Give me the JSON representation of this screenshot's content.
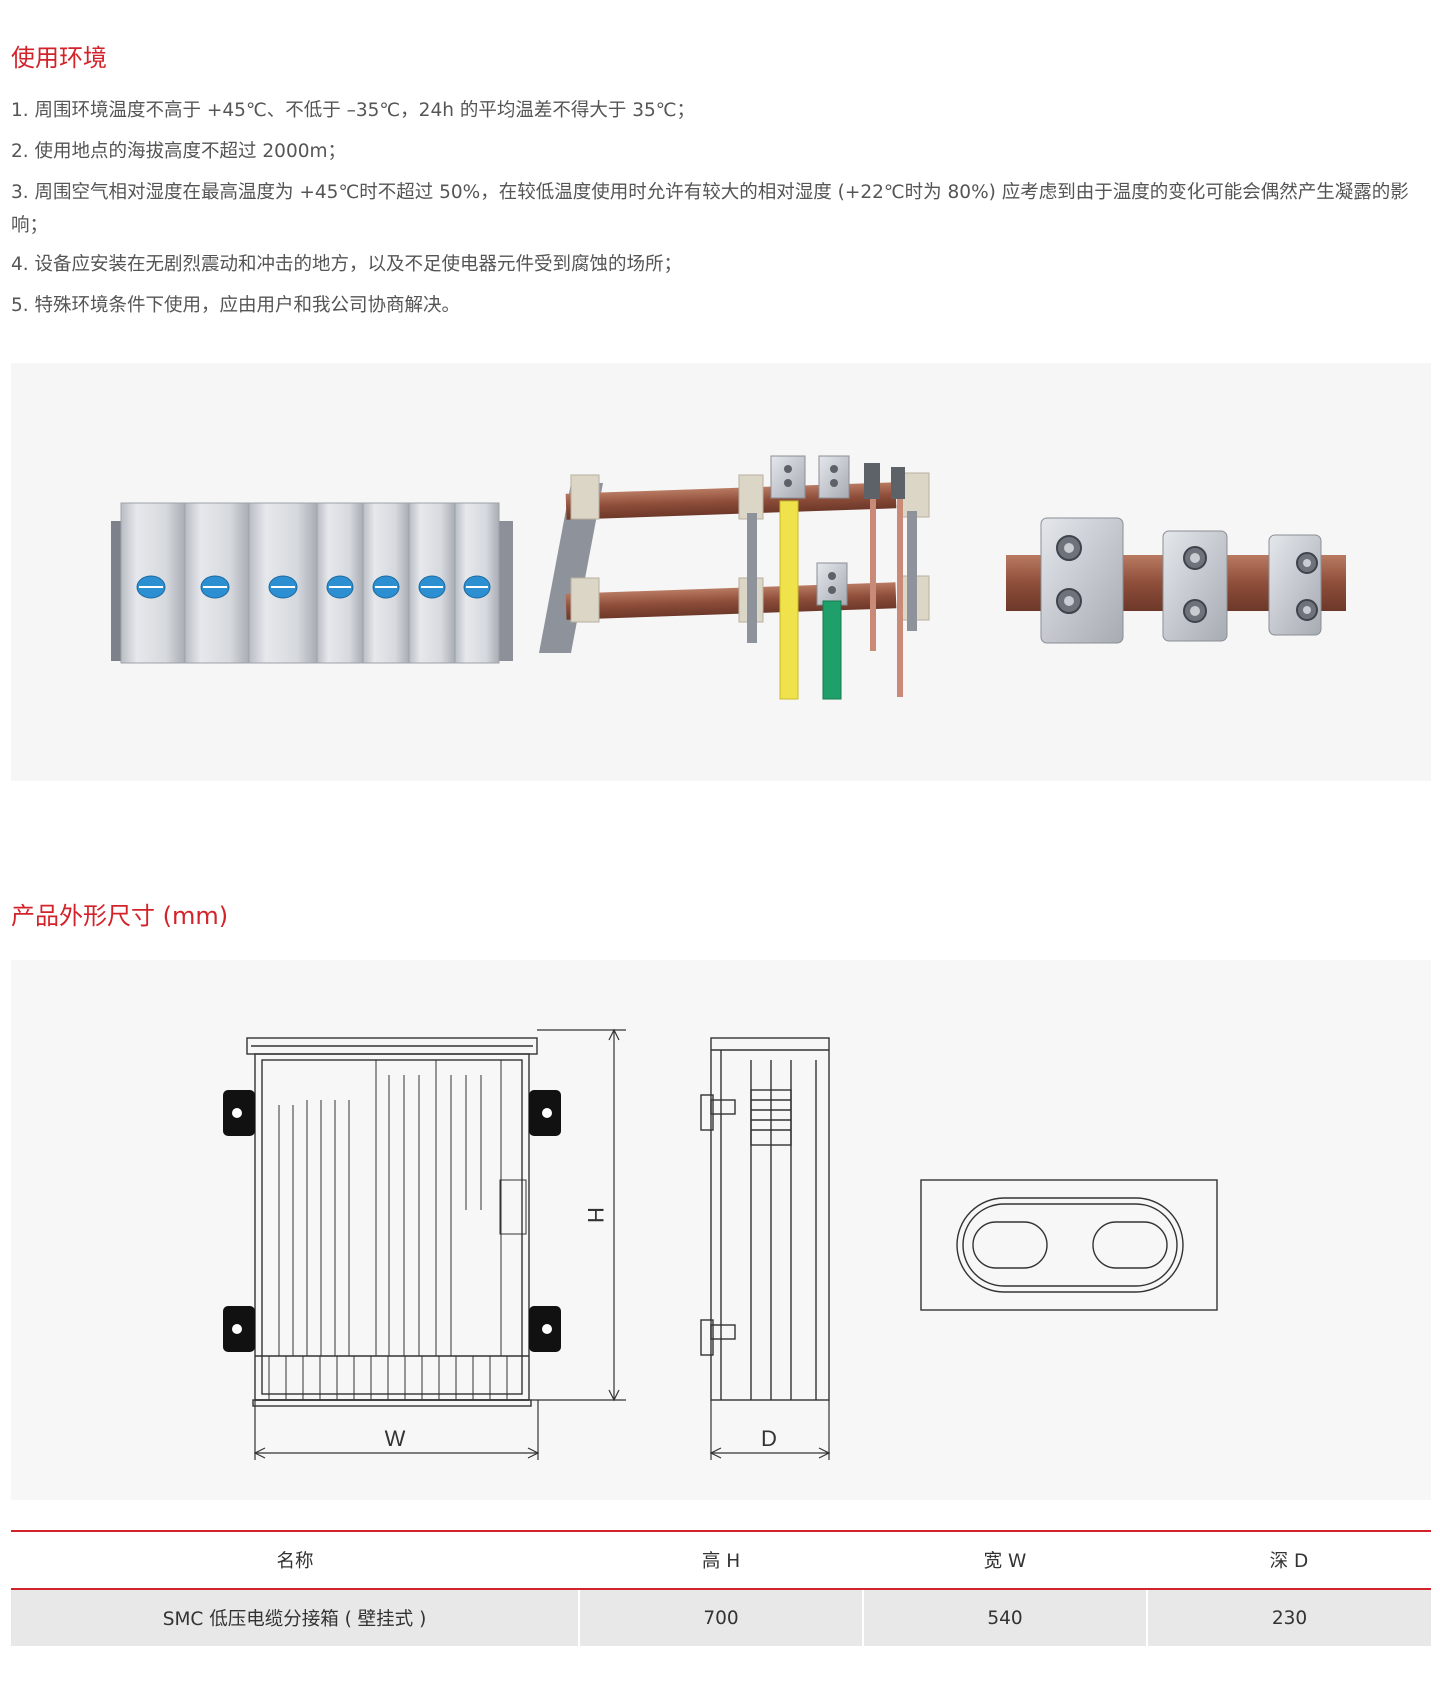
{
  "environment": {
    "title": "使用环境",
    "items": [
      "1. 周围环境温度不高于 +45℃、不低于 –35℃，24h 的平均温差不得大于 35℃；",
      "2. 使用地点的海拔高度不超过 2000m；",
      "3. 周围空气相对湿度在最高温度为 +45℃时不超过 50%，在较低温度使用时允许有较大的相对湿度 (+22℃时为 80%) 应考虑到由于温度的变化可能会偶然产生凝露的影响；",
      "4. 设备应安装在无剧烈震动和冲击的地方，以及不足使电器元件受到腐蚀的场所；",
      "5. 特殊环境条件下使用，应由用户和我公司协商解决。"
    ]
  },
  "dimensions": {
    "title": "产品外形尺寸 (mm)",
    "drawing_labels": {
      "width": "W",
      "height": "H",
      "depth": "D"
    },
    "table": {
      "headers": [
        "名称",
        "高 H",
        "宽 W",
        "深 D"
      ],
      "rows": [
        [
          "SMC 低压电缆分接箱 ( 壁挂式 )",
          "700",
          "540",
          "230"
        ]
      ]
    }
  },
  "colors": {
    "accent": "#d2232a",
    "panel_bg": "#f6f6f6",
    "row_bg": "#e8e8e8",
    "copper": "#9a5a45",
    "insulator_blue": "#2c8fd1"
  }
}
